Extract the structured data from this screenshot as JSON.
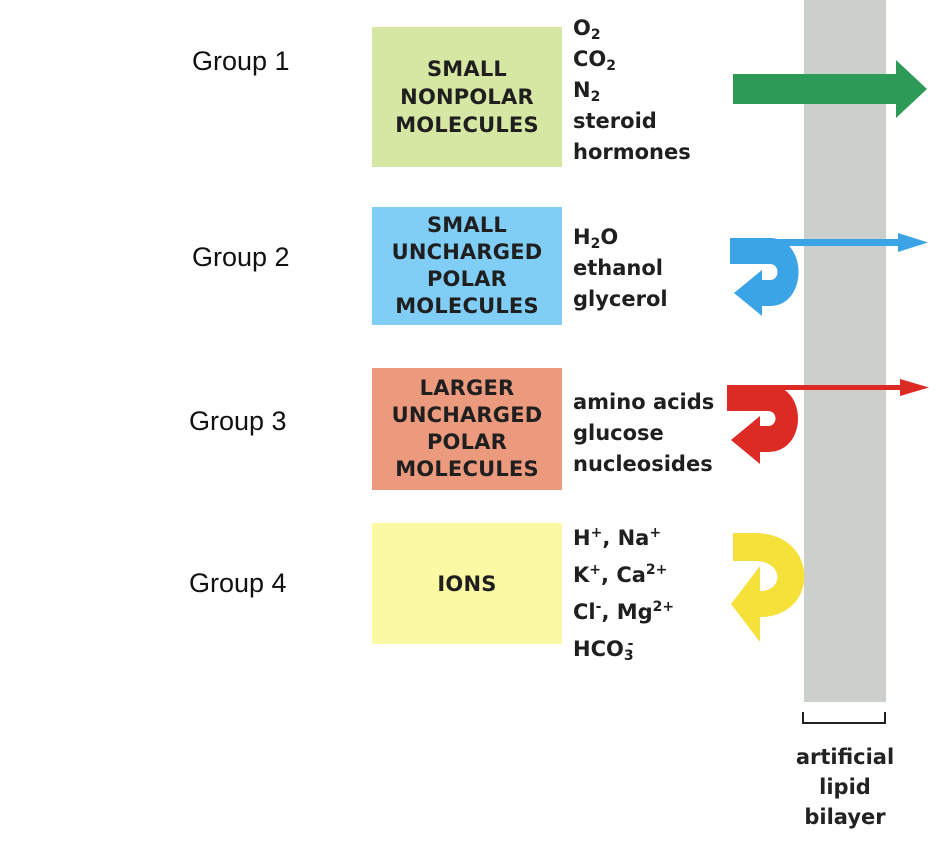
{
  "groups": [
    {
      "label": "Group 1",
      "category": [
        "SMALL",
        "NONPOLAR",
        "MOLECULES"
      ],
      "color": "#d6e7a4",
      "arrow_color": "#2e9a57"
    },
    {
      "label": "Group 2",
      "category": [
        "SMALL",
        "UNCHARGED",
        "POLAR",
        "MOLECULES"
      ],
      "color": "#80cdf5",
      "arrow_color": "#3aa4e6"
    },
    {
      "label": "Group 3",
      "category": [
        "LARGER",
        "UNCHARGED",
        "POLAR",
        "MOLECULES"
      ],
      "color": "#ec9a7e",
      "arrow_color": "#dc2b24"
    },
    {
      "label": "Group 4",
      "category": [
        "IONS"
      ],
      "color": "#fbf9a3",
      "arrow_color": "#f6e13a"
    }
  ],
  "molecules": {
    "g1": {
      "o2": {
        "base": "O",
        "sub": "2"
      },
      "co2": {
        "base": "CO",
        "sub": "2"
      },
      "n2": {
        "base": "N",
        "sub": "2"
      },
      "steroid": "steroid",
      "hormones": "hormones"
    },
    "g2": {
      "h2o": {
        "pre": "H",
        "sub": "2",
        "post": "O"
      },
      "ethanol": "ethanol",
      "glycerol": "glycerol"
    },
    "g3": {
      "amino": "amino acids",
      "glucose": "glucose",
      "nucleosides": "nucleosides"
    },
    "g4": {
      "h": {
        "base": "H",
        "sup": "+"
      },
      "na": {
        "base": "Na",
        "sup": "+"
      },
      "k": {
        "base": "K",
        "sup": "+"
      },
      "ca": {
        "base": "Ca",
        "sup": "2+"
      },
      "cl": {
        "base": "Cl",
        "sup": "-"
      },
      "mg": {
        "base": "Mg",
        "sup": "2+"
      },
      "hco3": {
        "base": "HCO",
        "sub": "3",
        "sup": "-"
      },
      "sep": ", "
    }
  },
  "bilayer": {
    "label": [
      "artificial",
      "lipid",
      "bilayer"
    ],
    "color": "#cbd0cd"
  }
}
